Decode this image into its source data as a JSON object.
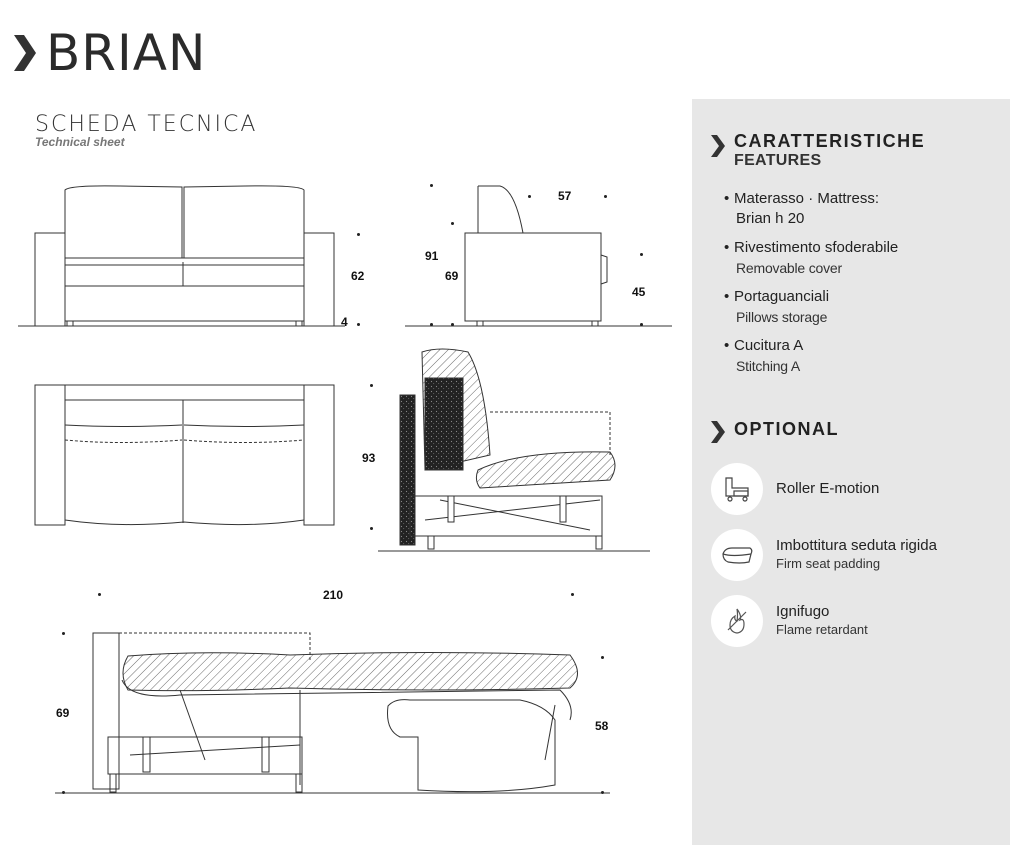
{
  "header": {
    "title": "BRIAN"
  },
  "sheet": {
    "title_it": "SCHEDA TECNICA",
    "title_en": "Technical sheet"
  },
  "features": {
    "title_it": "CARATTERISTICHE",
    "title_en": "FEATURES",
    "items": [
      {
        "it": "Materasso · Mattress:",
        "en": "Brian h 20"
      },
      {
        "it": "Rivestimento sfoderabile",
        "en": "Removable cover"
      },
      {
        "it": "Portaguanciali",
        "en": "Pillows storage"
      },
      {
        "it": "Cucitura A",
        "en": "Stitching A"
      }
    ]
  },
  "optional": {
    "title": "OPTIONAL",
    "items": [
      {
        "it": "Roller E-motion",
        "en": "",
        "icon": "roller-icon"
      },
      {
        "it": "Imbottitura seduta rigida",
        "en": "Firm seat padding",
        "icon": "seat-padding-icon"
      },
      {
        "it": "Ignifugo",
        "en": "Flame retardant",
        "icon": "flame-icon"
      }
    ]
  },
  "dimensions": {
    "front_height": "62",
    "foot_height": "4",
    "side_total_height": "91",
    "side_seat_height": "69",
    "side_depth": "57",
    "side_arm_height": "45",
    "plan_depth": "93",
    "open_length": "210",
    "open_height": "69",
    "open_bed_height": "58"
  }
}
